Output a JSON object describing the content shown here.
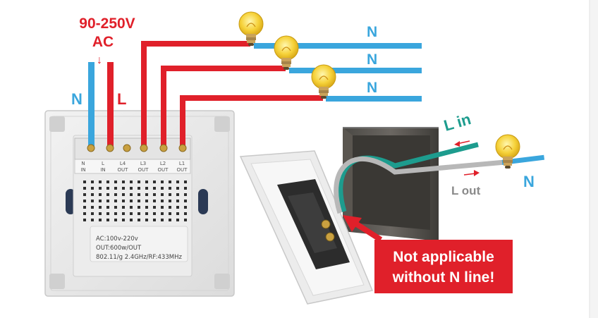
{
  "supply": {
    "voltage_label": "90-250V",
    "ac_label": "AC",
    "arrow_glyph": "↓"
  },
  "wires": {
    "neutral_label": "N",
    "live_label": "L",
    "neutral_color": "#3aa6dd",
    "live_color": "#e0202a",
    "load_neutral_labels": [
      "N",
      "N",
      "N"
    ]
  },
  "terminals": [
    {
      "top": "N",
      "bottom": "IN"
    },
    {
      "top": "L",
      "bottom": "IN"
    },
    {
      "top": "L4",
      "bottom": "OUT"
    },
    {
      "top": "L3",
      "bottom": "OUT"
    },
    {
      "top": "L2",
      "bottom": "OUT"
    },
    {
      "top": "L1",
      "bottom": "OUT"
    }
  ],
  "spec_plate": {
    "line1": "AC:100v-220v",
    "line2": "OUT:600w/OUT",
    "line3": "802.11/g 2.4GHz/RF:433MHz"
  },
  "install_photo": {
    "l_in_label": "L in",
    "l_out_label": "L out",
    "n_label": "N",
    "l_in_color": "#1d9c8e",
    "l_out_color": "#b8b8b8"
  },
  "warning": {
    "line1": "Not applicable",
    "line2": "without N line!",
    "color": "#e0202a"
  }
}
